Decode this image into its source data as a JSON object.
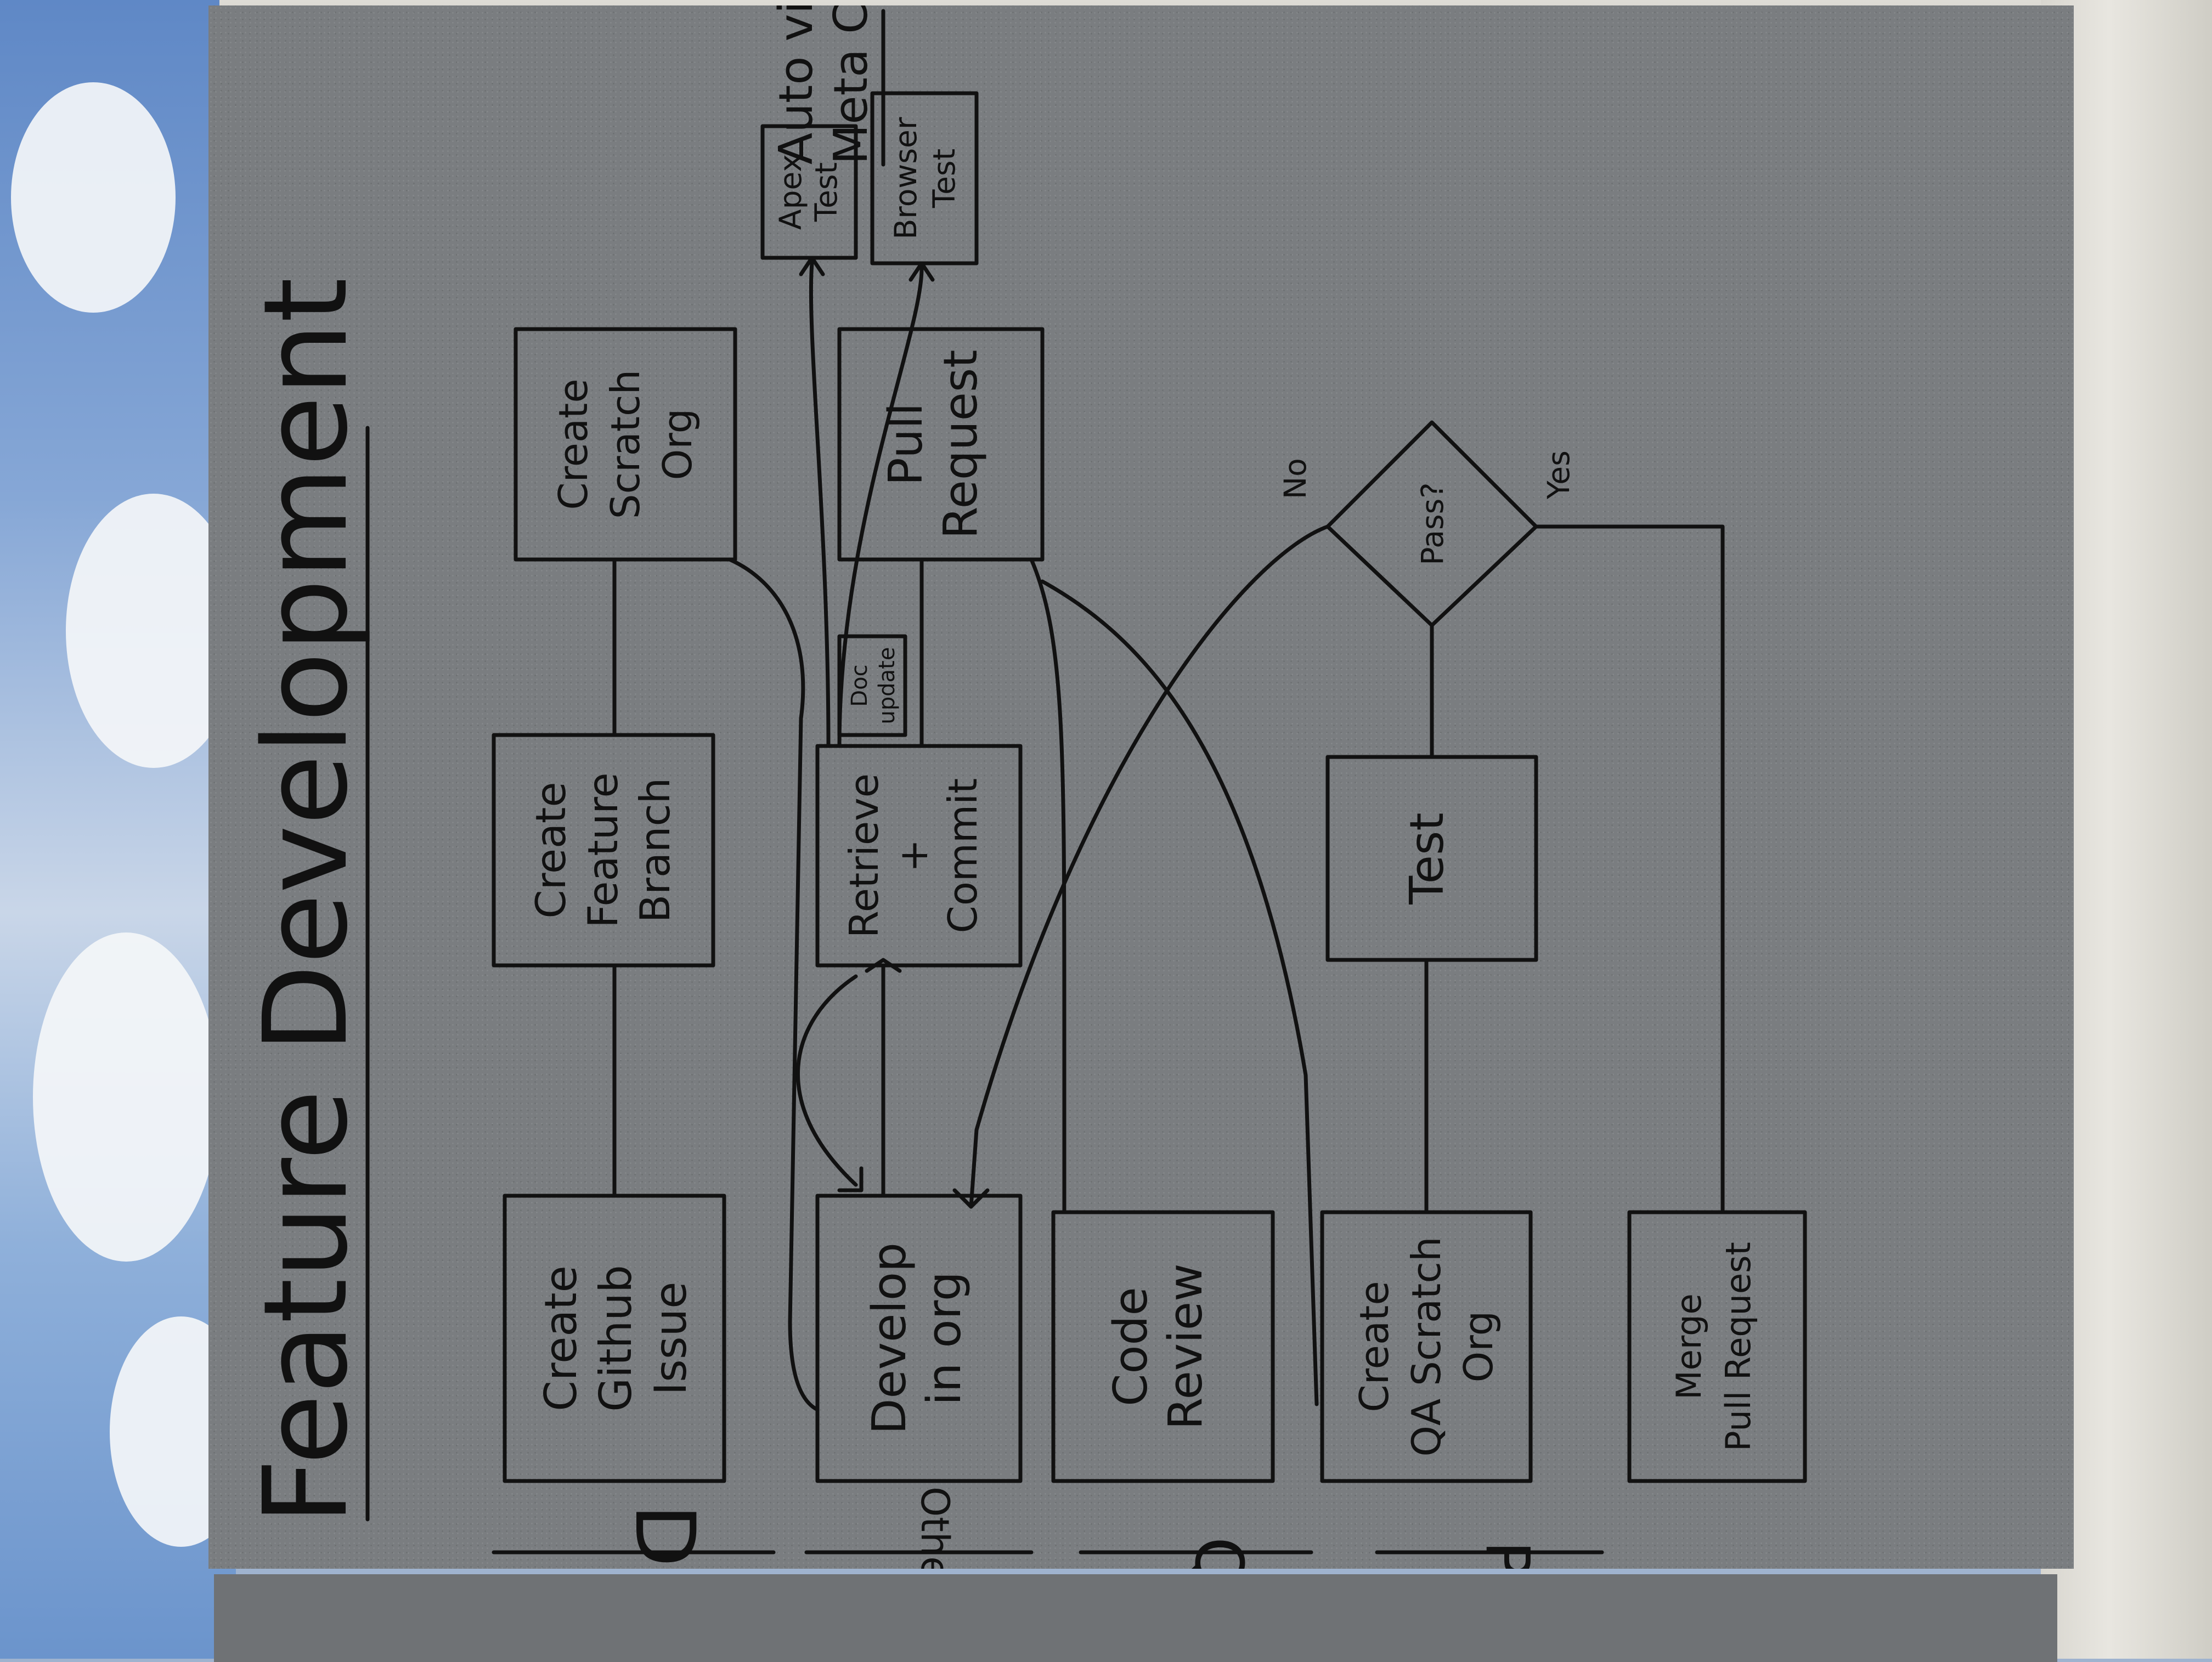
{
  "title": "Feature Development",
  "lanes": [
    "Dev",
    "Other Dev",
    "QA",
    "PM"
  ],
  "auto_note": [
    "Auto via",
    "Meta CI"
  ],
  "nodes": {
    "create_github_issue": [
      "Create",
      "Github",
      "Issue"
    ],
    "create_feature_branch": [
      "Create",
      "Feature",
      "Branch"
    ],
    "create_scratch_org": [
      "Create",
      "Scratch",
      "Org"
    ],
    "develop_in_org": [
      "Develop",
      "in org"
    ],
    "retrieve_commit": [
      "Retrieve",
      "+",
      "Commit"
    ],
    "doc_update": [
      "Doc",
      "update"
    ],
    "pull_request": [
      "Pull",
      "Request"
    ],
    "apex_test": [
      "Apex",
      "Test"
    ],
    "browser_test": [
      "Browser",
      "Test"
    ],
    "code_review": [
      "Code",
      "Review"
    ],
    "create_qa_scratch_org": [
      "Create",
      "QA Scratch",
      "Org"
    ],
    "test": [
      "Test"
    ],
    "pass_decision": [
      "Pass?"
    ],
    "merge_pull_request": [
      "Merge",
      "Pull Request"
    ]
  },
  "edge_labels": {
    "no": "No",
    "yes": "Yes"
  }
}
